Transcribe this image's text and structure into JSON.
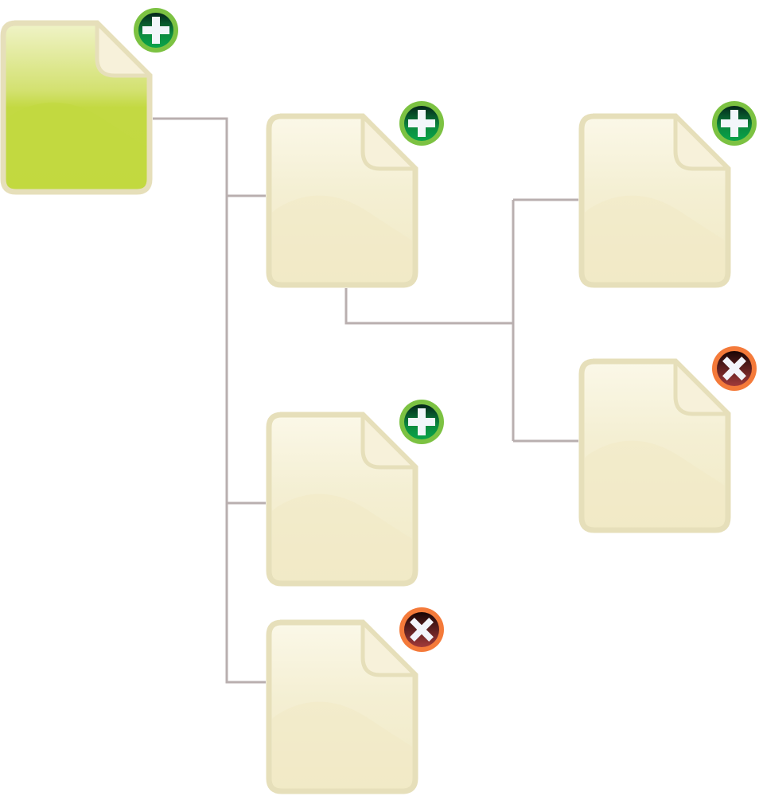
{
  "colors": {
    "connector": "#b9afaf",
    "doc_border": "#e6dfba",
    "doc_fill_plain": "#f2ecc9",
    "doc_fill_selected": "#c3d942",
    "badge_add": "#0b8a3e",
    "badge_remove": "#8a2a2a"
  },
  "nodes": [
    {
      "id": "root",
      "selected": true,
      "badge": "add"
    },
    {
      "id": "child-1",
      "selected": false,
      "badge": "add"
    },
    {
      "id": "child-1-1",
      "selected": false,
      "badge": "add"
    },
    {
      "id": "child-1-2",
      "selected": false,
      "badge": "remove"
    },
    {
      "id": "child-2",
      "selected": false,
      "badge": "add"
    },
    {
      "id": "child-3",
      "selected": false,
      "badge": "remove"
    }
  ]
}
